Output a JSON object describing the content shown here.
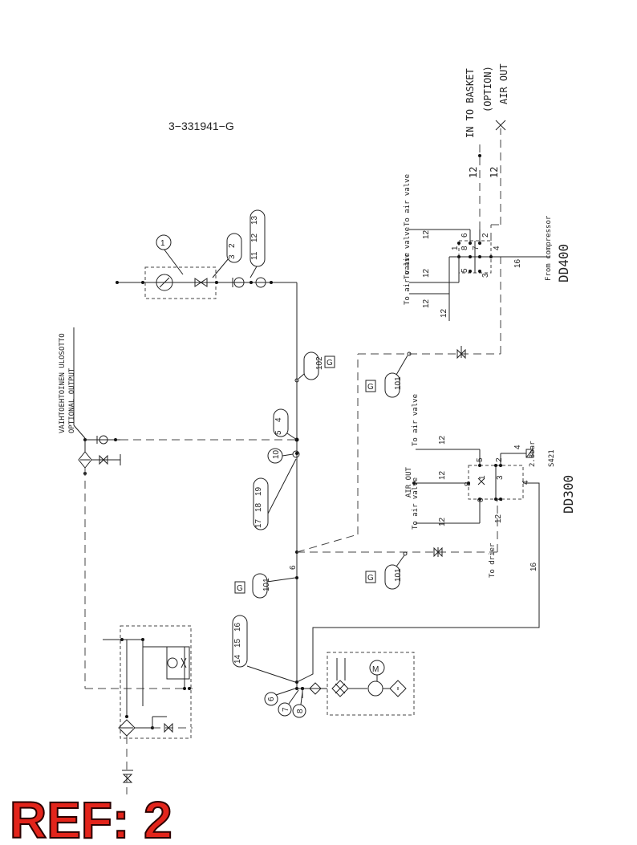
{
  "drawing": {
    "number": "3−331941−G",
    "ref_label": "REF: 2"
  },
  "outputs": {
    "fi": "VAIHTOEHTOINEN ULOSOTTO",
    "en": "OPTIONAL OUTPUT",
    "basket_in": "IN TO BASKET",
    "option": "(OPTION)",
    "air_out": "AIR OUT",
    "air_out_dd300": "AIR OUT",
    "to_air_valve": "To air valve",
    "to_drier": "To drier",
    "from_compressor": "From compressor",
    "pressure": "2.8bar",
    "valve_code": "S421"
  },
  "devices": {
    "dd400": "DD400",
    "dd300": "DD300",
    "ground": "G"
  },
  "callouts": {
    "c1": "1",
    "c2": "2",
    "c3": "3",
    "c4": "4",
    "c5": "5",
    "c6": "6",
    "c7": "7",
    "c8": "8",
    "c10": "10",
    "c11": "11",
    "c12": "12",
    "c13": "13",
    "c14": "14",
    "c15": "15",
    "c16": "16",
    "c17": "17",
    "c18": "18",
    "c19": "19",
    "c101": "101",
    "c102": "102"
  },
  "pipes": {
    "p4": "4",
    "p6": "6",
    "p12": "12",
    "p16": "16"
  },
  "ports": {
    "n1": "1",
    "n2": "2",
    "n3": "3",
    "n4": "4",
    "n5": "5",
    "n6": "6",
    "n7": "7",
    "n8": "8"
  },
  "icons": [
    "gauge-icon",
    "valve-icon",
    "check-valve-icon",
    "filter-icon",
    "motor-icon",
    "regulator-icon",
    "solenoid-icon"
  ]
}
